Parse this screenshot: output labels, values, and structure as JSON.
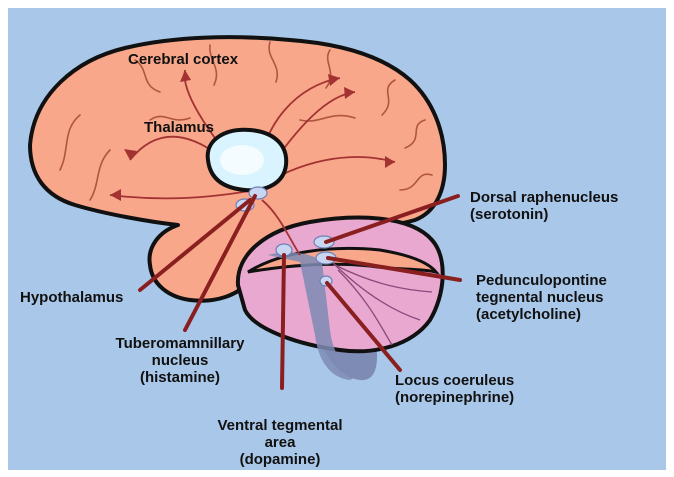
{
  "colors": {
    "background": "#a9c7e8",
    "cortex_fill": "#f8a78a",
    "cerebellum_fill": "#e9a8d0",
    "brainstem_fill": "#7e8bb4",
    "thalamus_fill": "#d9f3ff",
    "arrow": "#a33333",
    "pointer_line": "#8a1f1f"
  },
  "labels": {
    "cerebral_cortex": "Cerebral cortex",
    "thalamus": "Thalamus",
    "dorsal_raphe": {
      "line1": "Dorsal raphenucleus",
      "line2": "(serotonin)"
    },
    "hypothalamus": "Hypothalamus",
    "pedunculopontine": {
      "line1": "Pedunculopontine",
      "line2": "tegnental nucleus",
      "line3": "(acetylcholine)"
    },
    "tuberomammillary": {
      "line1": "Tuberomamnillary",
      "line2": "nucleus",
      "line3": "(histamine)"
    },
    "locus_coeruleus": {
      "line1": "Locus coeruleus",
      "line2": "(norepinephrine)"
    },
    "ventral_tegmental": {
      "line1": "Ventral tegmental",
      "line2": "area",
      "line3": "(dopamine)"
    }
  }
}
